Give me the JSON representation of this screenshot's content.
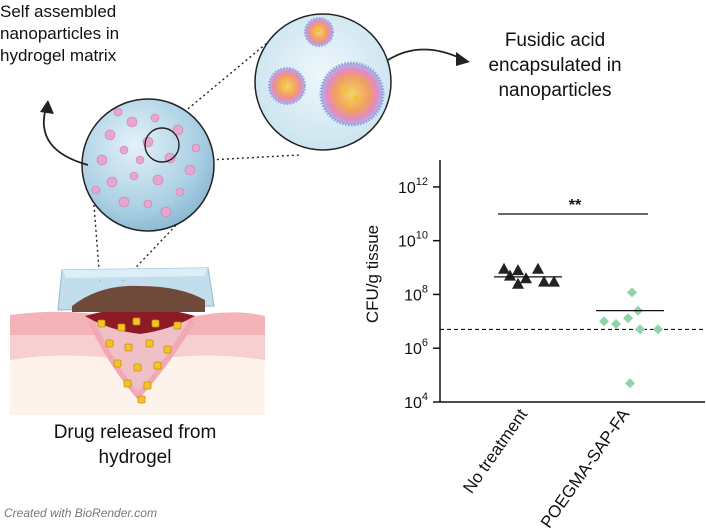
{
  "labels": {
    "self_assembled": [
      "Self assembled",
      "nanoparticles in",
      "hydrogel matrix"
    ],
    "fusidic": [
      "Fusidic acid",
      "encapsulated in",
      "nanoparticles"
    ],
    "drug_released": [
      "Drug released from",
      "hydrogel"
    ],
    "credit": "Created with BioRender.com"
  },
  "colors": {
    "series_no_treatment": "#222222",
    "series_poegma": "#8fd3a8",
    "hydrogel_blue": "#b9d8ea",
    "nanoparticle_pink": "#e6a6cf",
    "drug_yellow": "#f2c230"
  },
  "chart_data": {
    "type": "scatter",
    "ylabel": "CFU/g tissue",
    "yscale": "log",
    "ylim": [
      10000,
      10000000000000
    ],
    "yticks": [
      {
        "base": "10",
        "exp": "4",
        "value": 10000
      },
      {
        "base": "10",
        "exp": "6",
        "value": 1000000
      },
      {
        "base": "10",
        "exp": "8",
        "value": 100000000
      },
      {
        "base": "10",
        "exp": "10",
        "value": 10000000000
      },
      {
        "base": "10",
        "exp": "12",
        "value": 1000000000000
      }
    ],
    "categories": [
      "No treatment",
      "POEGMA-SAP-FA"
    ],
    "series": [
      {
        "category": "No treatment",
        "marker": "triangle",
        "values": [
          900000000,
          800000000,
          900000000,
          500000000,
          400000000,
          300000000,
          300000000,
          250000000
        ],
        "mean": 450000000
      },
      {
        "category": "POEGMA-SAP-FA",
        "marker": "diamond",
        "values": [
          120000000,
          25000000,
          13000000,
          10000000,
          5000000,
          5000000,
          8000000,
          50000
        ],
        "mean": 25000000
      }
    ],
    "reference_line": 5000000,
    "significance": "**",
    "grid": false
  }
}
